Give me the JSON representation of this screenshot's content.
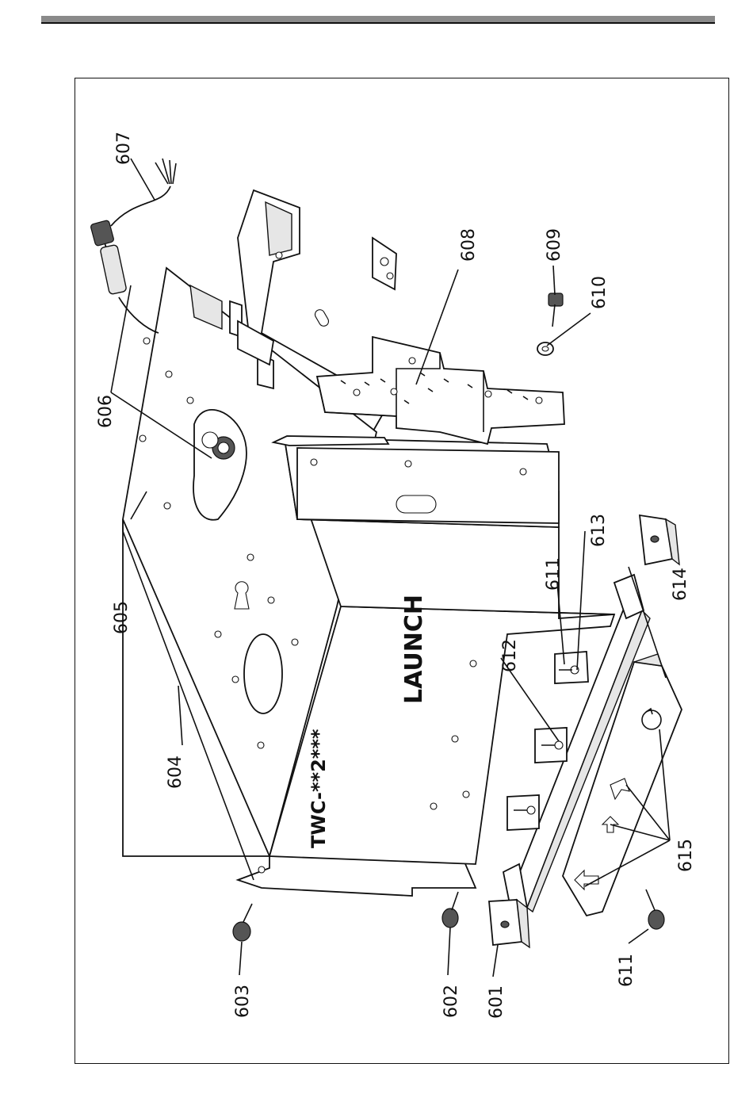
{
  "drawing": {
    "brand_text": "LAUNCH",
    "model_text": "TWC-**2***",
    "callouts": {
      "c601": "601",
      "c602": "602",
      "c603": "603",
      "c604": "604",
      "c605": "605",
      "c606": "606",
      "c607": "607",
      "c608": "608",
      "c609": "609",
      "c610": "610",
      "c611a": "611",
      "c611b": "611",
      "c612": "612",
      "c613": "613",
      "c614": "614",
      "c615": "615"
    }
  }
}
